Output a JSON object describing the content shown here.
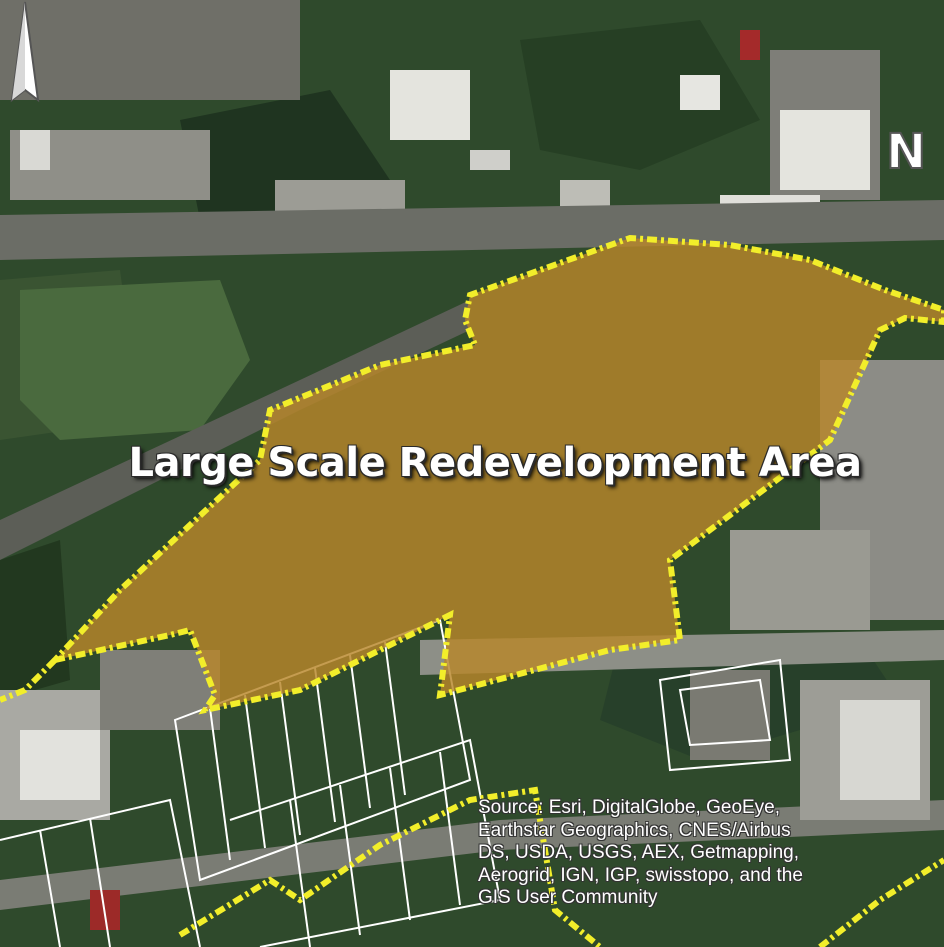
{
  "map": {
    "area_label": "Large Scale Redevelopment Area",
    "attribution_lines": [
      "Source: Esri, DigitalGlobe, GeoEye,",
      "Earthstar Geographics, CNES/Airbus",
      "DS, USDA, USGS, AEX, Getmapping,",
      "Aerogrid, IGN, IGP, swisstopo, and the",
      "GIS User Community"
    ],
    "north_letter": "N"
  },
  "colors": {
    "area_fill": "#b8862a",
    "area_boundary": "#f2ee2a",
    "parcel_lines": "#ffffff",
    "vegetation": "#2e4a2a",
    "road": "#8d8f87"
  },
  "icons": {
    "north_arrow": "north-arrow-icon"
  }
}
